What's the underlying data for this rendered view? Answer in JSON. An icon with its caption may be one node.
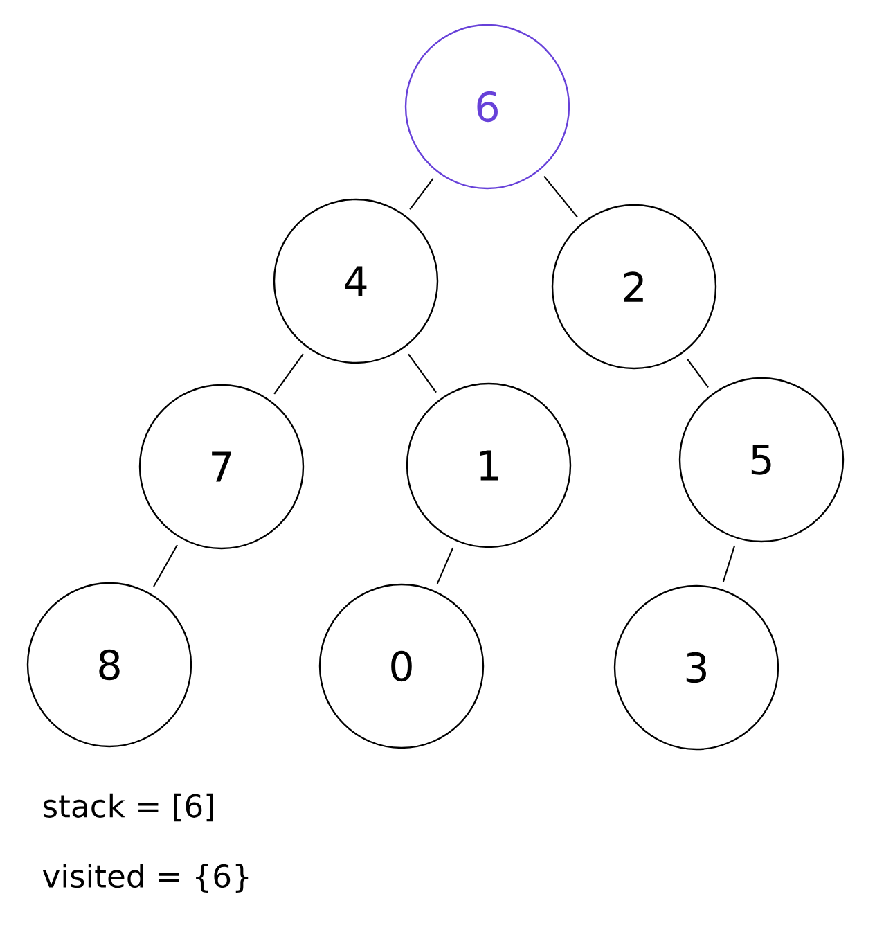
{
  "diagram": {
    "nodes": [
      {
        "text": [
          "6"
        ]
      },
      {
        "text": [
          "4"
        ]
      },
      {
        "text": [
          "2"
        ]
      },
      {
        "text": [
          "7"
        ]
      },
      {
        "text": [
          "1"
        ]
      },
      {
        "text": [
          "5"
        ]
      },
      {
        "text": [
          "8"
        ]
      },
      {
        "text": [
          "0"
        ]
      },
      {
        "text": [
          "3"
        ]
      }
    ],
    "edges": [
      {
        "from": 0,
        "to": 1,
        "arrow": "none"
      },
      {
        "from": 0,
        "to": 2,
        "arrow": "none"
      },
      {
        "from": 1,
        "to": 3,
        "arrow": "none"
      },
      {
        "from": 1,
        "to": 4,
        "arrow": "none"
      },
      {
        "from": 2,
        "to": 5,
        "arrow": "none"
      },
      {
        "from": 3,
        "to": 6,
        "arrow": "none"
      },
      {
        "from": 4,
        "to": 7,
        "arrow": "none"
      },
      {
        "from": 5,
        "to": 8,
        "arrow": "none"
      }
    ],
    "labels": [
      "stack = [6]",
      "visited = {6}"
    ]
  }
}
